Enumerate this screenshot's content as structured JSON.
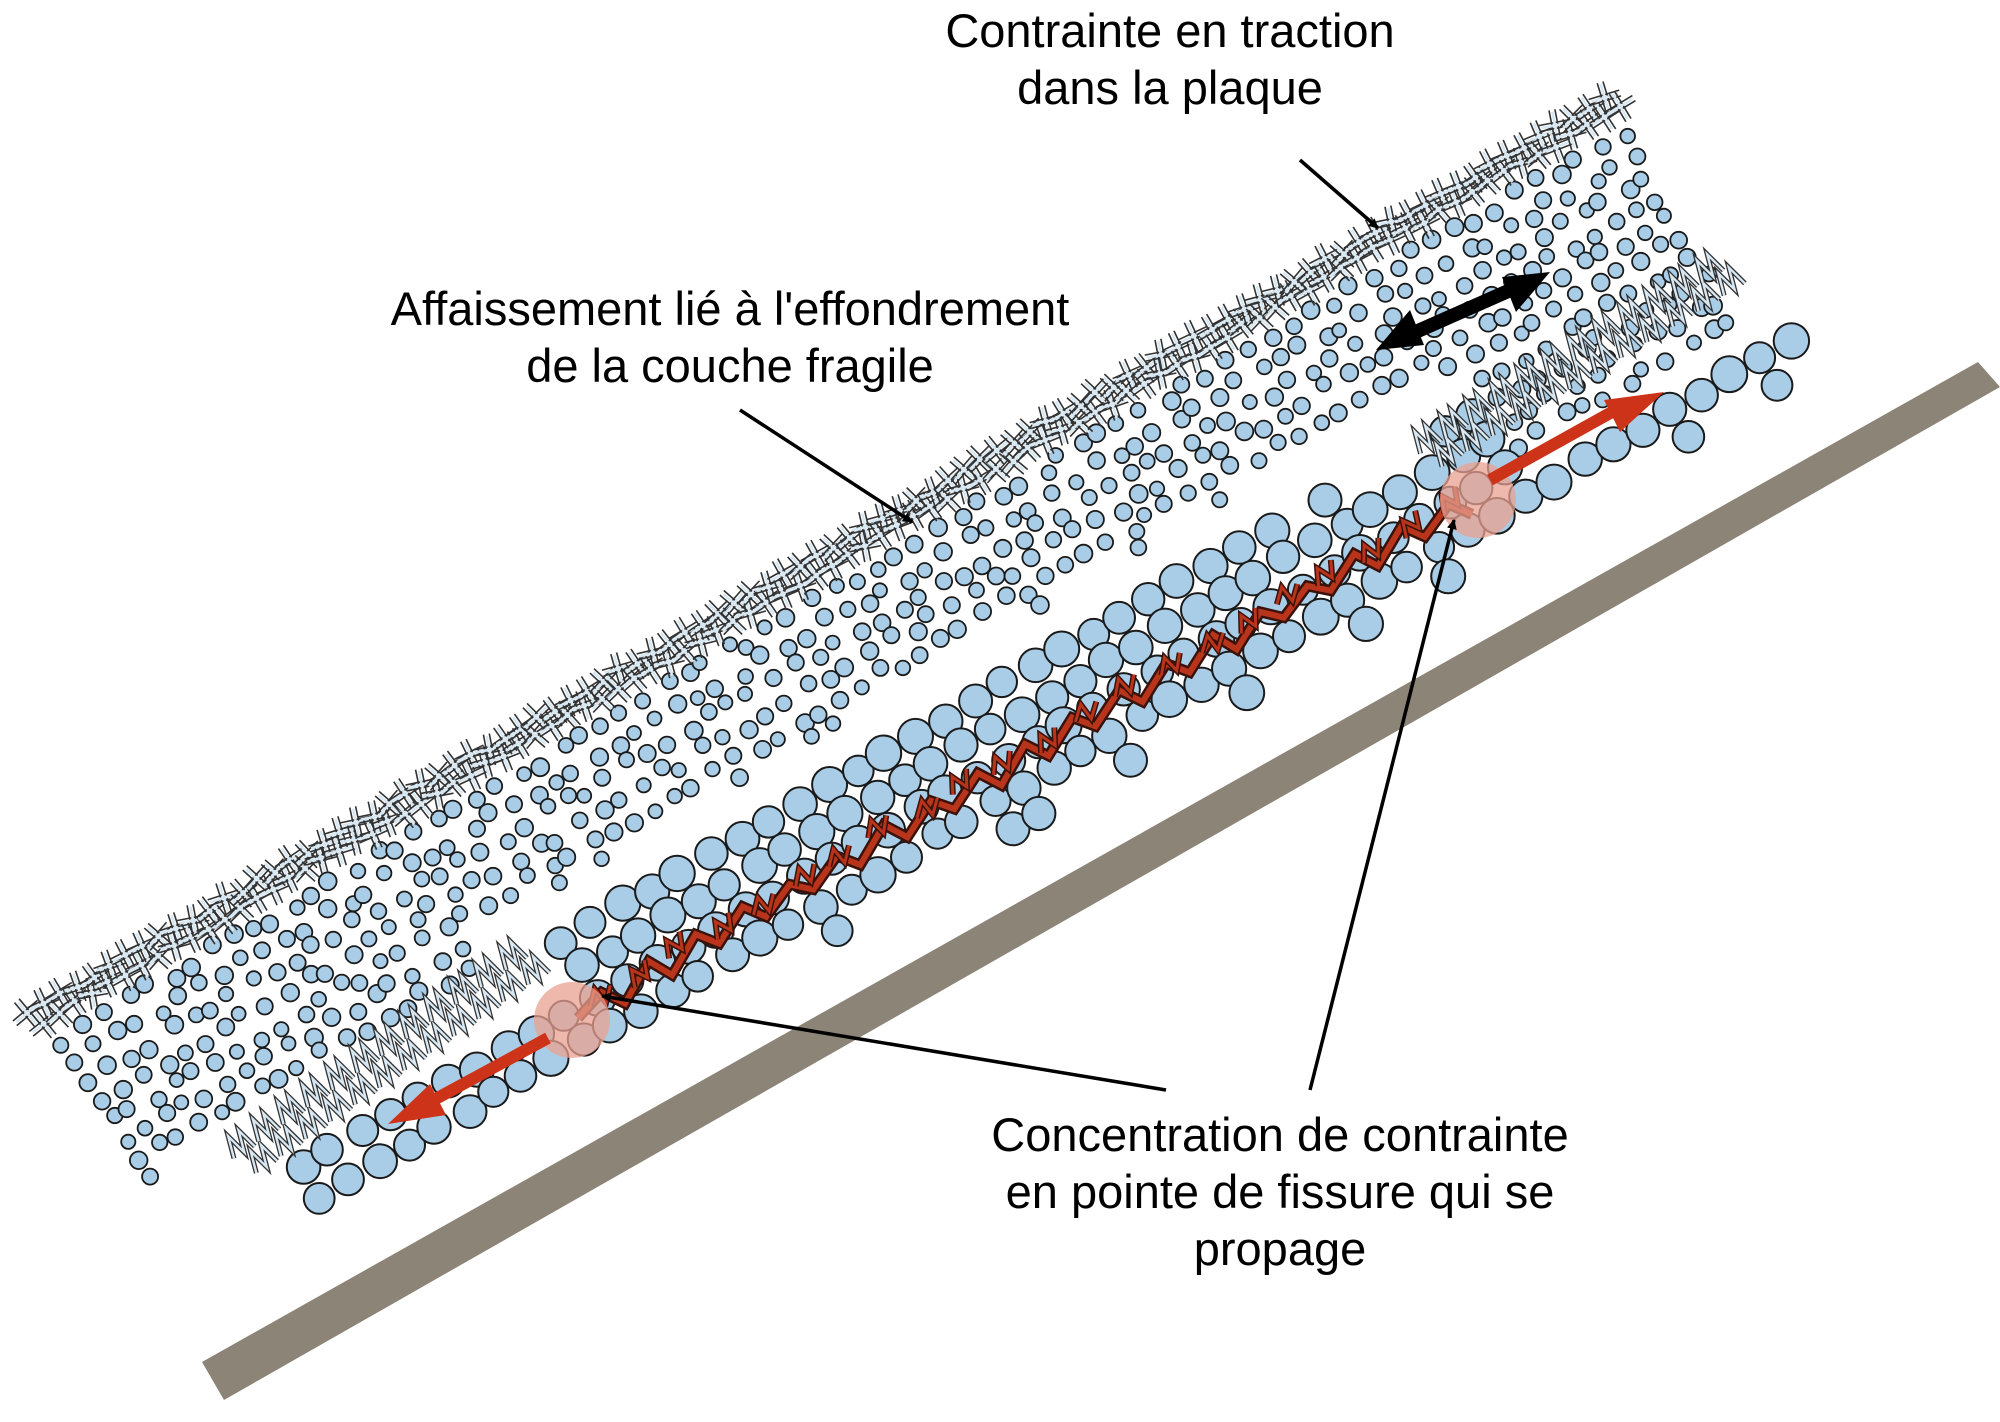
{
  "labels": {
    "tension": [
      "Contrainte en traction",
      "dans la plaque"
    ],
    "collapse": [
      "Affaissement lié à l'effondrement",
      "de la couche fragile"
    ],
    "concentration": [
      "Concentration de contrainte",
      "en pointe de fissure qui se",
      "propage"
    ]
  },
  "colors": {
    "ground": "#8b8477",
    "grain_fill": "#a9cde6",
    "grain_stroke": "#1a1a1a",
    "crystal_fill": "#d8e8f3",
    "crack": "#b8341b",
    "crack_arrow": "#cc3319",
    "crack_tip_glow": "#eaa090",
    "black_arrow": "#000000"
  },
  "icons": {
    "slab_crystals": "cross-hatch-snow-crystal",
    "weak_layer_crystals": "zigzag-depth-hoar-crystal",
    "grains": "circle-snow-grain"
  }
}
